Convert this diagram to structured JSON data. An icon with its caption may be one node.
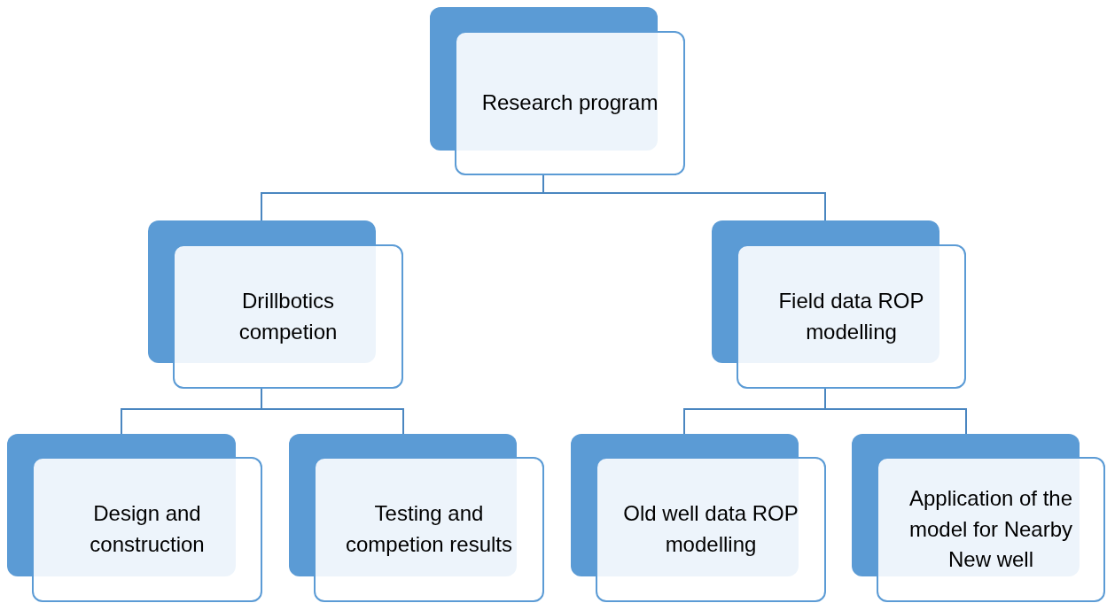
{
  "diagram": {
    "nodes": [
      {
        "text": [
          "Research program"
        ]
      },
      {
        "text": [
          "Drillbotics competion"
        ]
      },
      {
        "text": [
          "Field data ROP modelling"
        ]
      },
      {
        "text": [
          "Design and construction"
        ]
      },
      {
        "text": [
          "Testing and competion results"
        ]
      },
      {
        "text": [
          "Old well data ROP modelling"
        ]
      },
      {
        "text": [
          "Application of the model for Nearby New well"
        ]
      }
    ],
    "edges": [
      {
        "from": 0,
        "to": 1,
        "arrow": "none"
      },
      {
        "from": 0,
        "to": 2,
        "arrow": "none"
      },
      {
        "from": 1,
        "to": 3,
        "arrow": "none"
      },
      {
        "from": 1,
        "to": 4,
        "arrow": "none"
      },
      {
        "from": 2,
        "to": 5,
        "arrow": "none"
      },
      {
        "from": 2,
        "to": 6,
        "arrow": "none"
      }
    ]
  }
}
